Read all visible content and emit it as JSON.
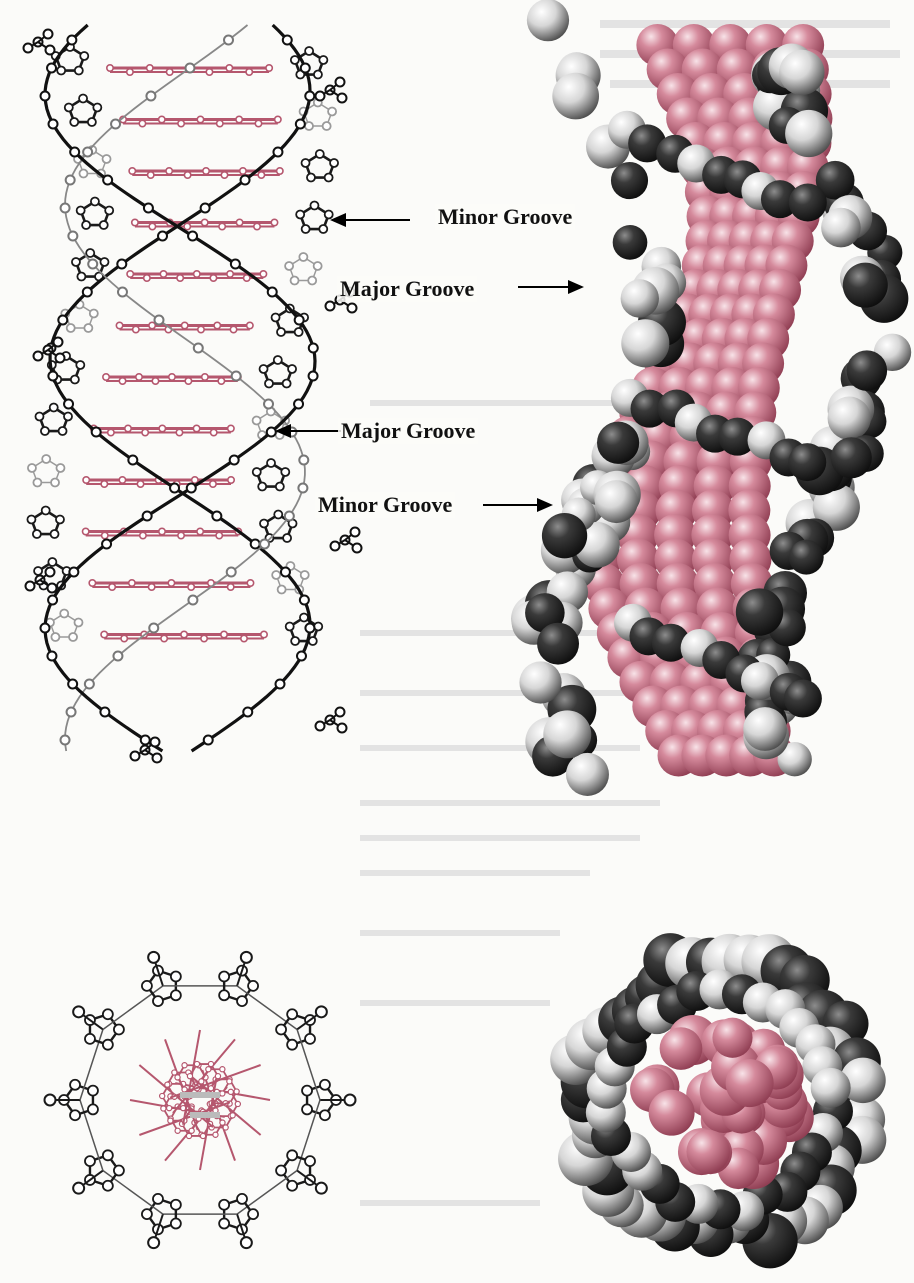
{
  "annotations": [
    {
      "text": "Minor Groove",
      "arrow": "left"
    },
    {
      "text": "Major Groove",
      "arrow": "right"
    },
    {
      "text": "Major Groove",
      "arrow": "left"
    },
    {
      "text": "Minor Groove",
      "arrow": "right"
    }
  ],
  "colors": {
    "base_pink": "#b5576e",
    "base_pink_light": "#e6a6b5",
    "backbone_dark": "#222222",
    "backbone_light": "#e8e8e8"
  }
}
